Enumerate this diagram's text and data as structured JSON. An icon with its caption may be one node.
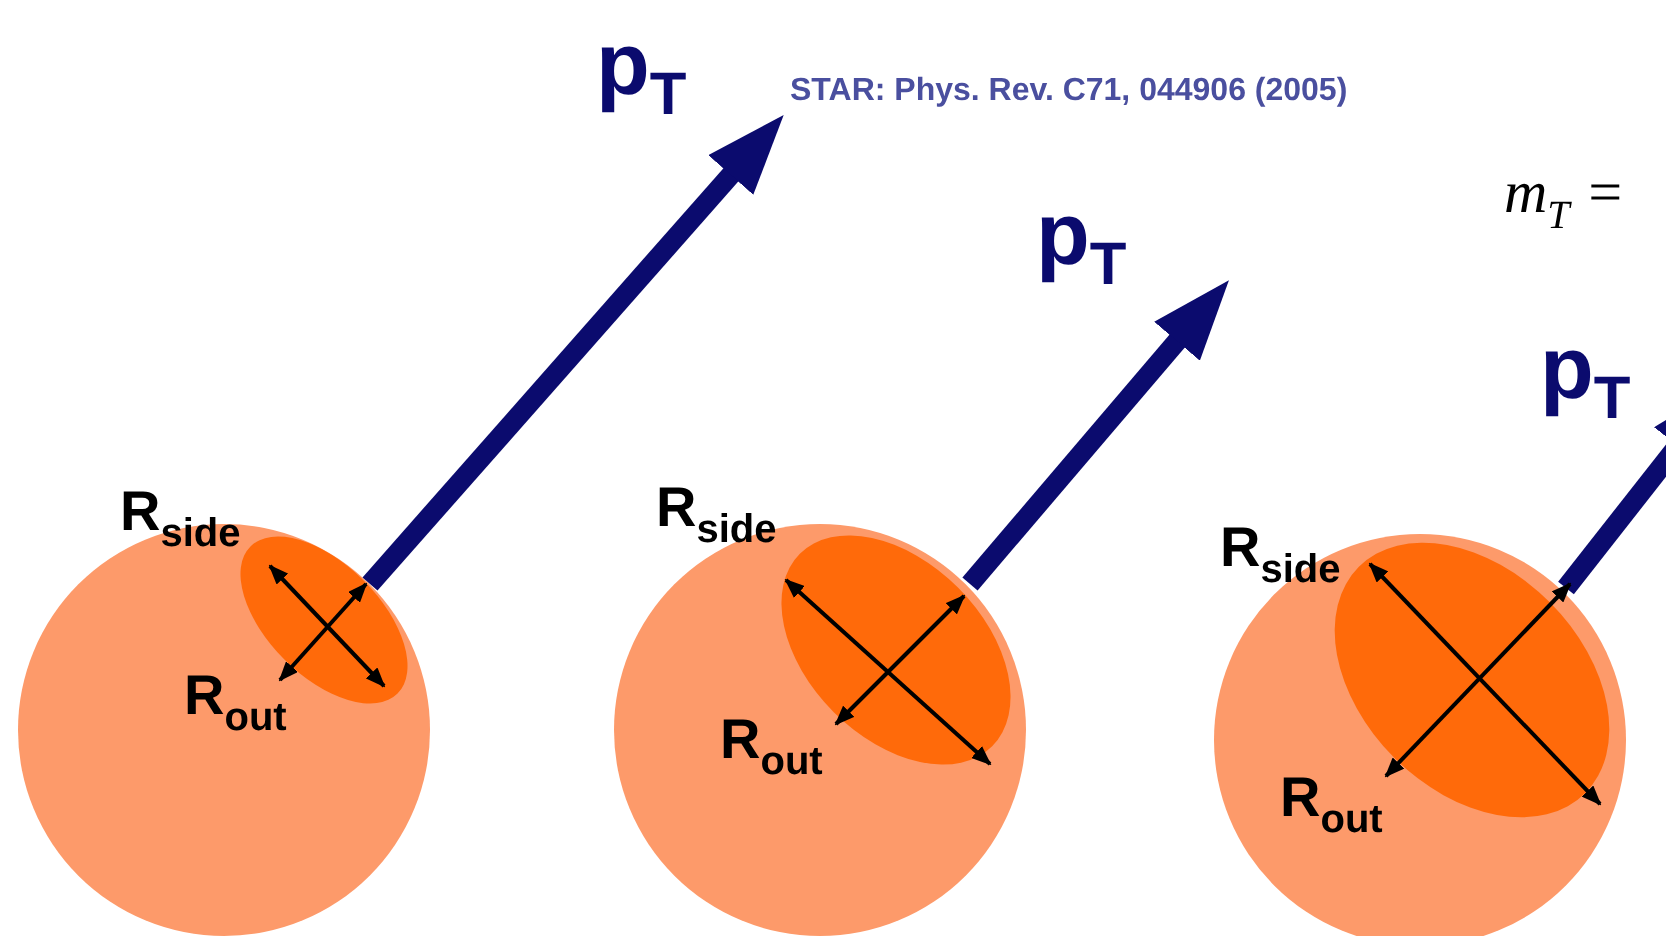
{
  "diagram": {
    "labels": [
      "p$_{T}$",
      "STAR: Phys. Rev. C71, 044906 (2005)",
      "m$_{T}$ =",
      "p$_{T}$",
      "p$_{T}$",
      "R$_{side}$",
      "R$_{side}$",
      "R$_{side}$",
      "R$_{out}$",
      "R$_{out}$",
      "R$_{out}$"
    ]
  }
}
